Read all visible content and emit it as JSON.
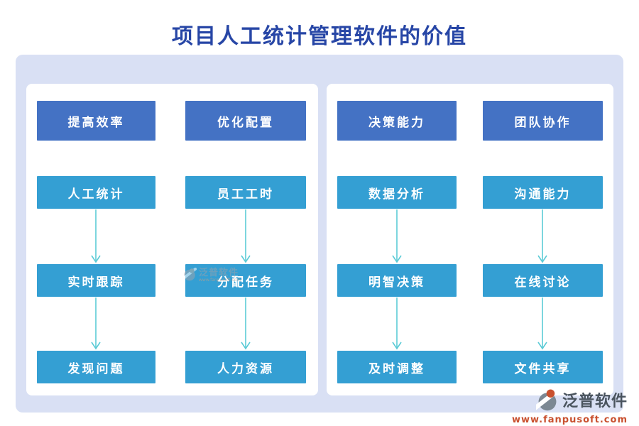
{
  "title": "项目人工统计管理软件的价值",
  "panels": [
    {
      "columns": [
        {
          "header": "提高效率",
          "steps": [
            "人工统计",
            "实时跟踪",
            "发现问题"
          ]
        },
        {
          "header": "优化配置",
          "steps": [
            "员工工时",
            "分配任务",
            "人力资源"
          ]
        }
      ]
    },
    {
      "columns": [
        {
          "header": "决策能力",
          "steps": [
            "数据分析",
            "明智决策",
            "及时调整"
          ]
        },
        {
          "header": "团队协作",
          "steps": [
            "沟通能力",
            "在线讨论",
            "文件共享"
          ]
        }
      ]
    }
  ],
  "logo": {
    "name": "泛普软件",
    "url": "www.fanpusoft.com"
  },
  "watermark": {
    "name": "泛普软件",
    "url": "www.fanpusoft.com"
  },
  "colors": {
    "title_blue": "#2746a6",
    "header_box_blue": "#4472c4",
    "step_box_blue": "#349fd3",
    "arrow_teal": "#5ccbd6",
    "board_lavender": "#d9e0f4",
    "logo_text_gray": "#4a545e",
    "logo_url_orange": "#c9502e"
  }
}
